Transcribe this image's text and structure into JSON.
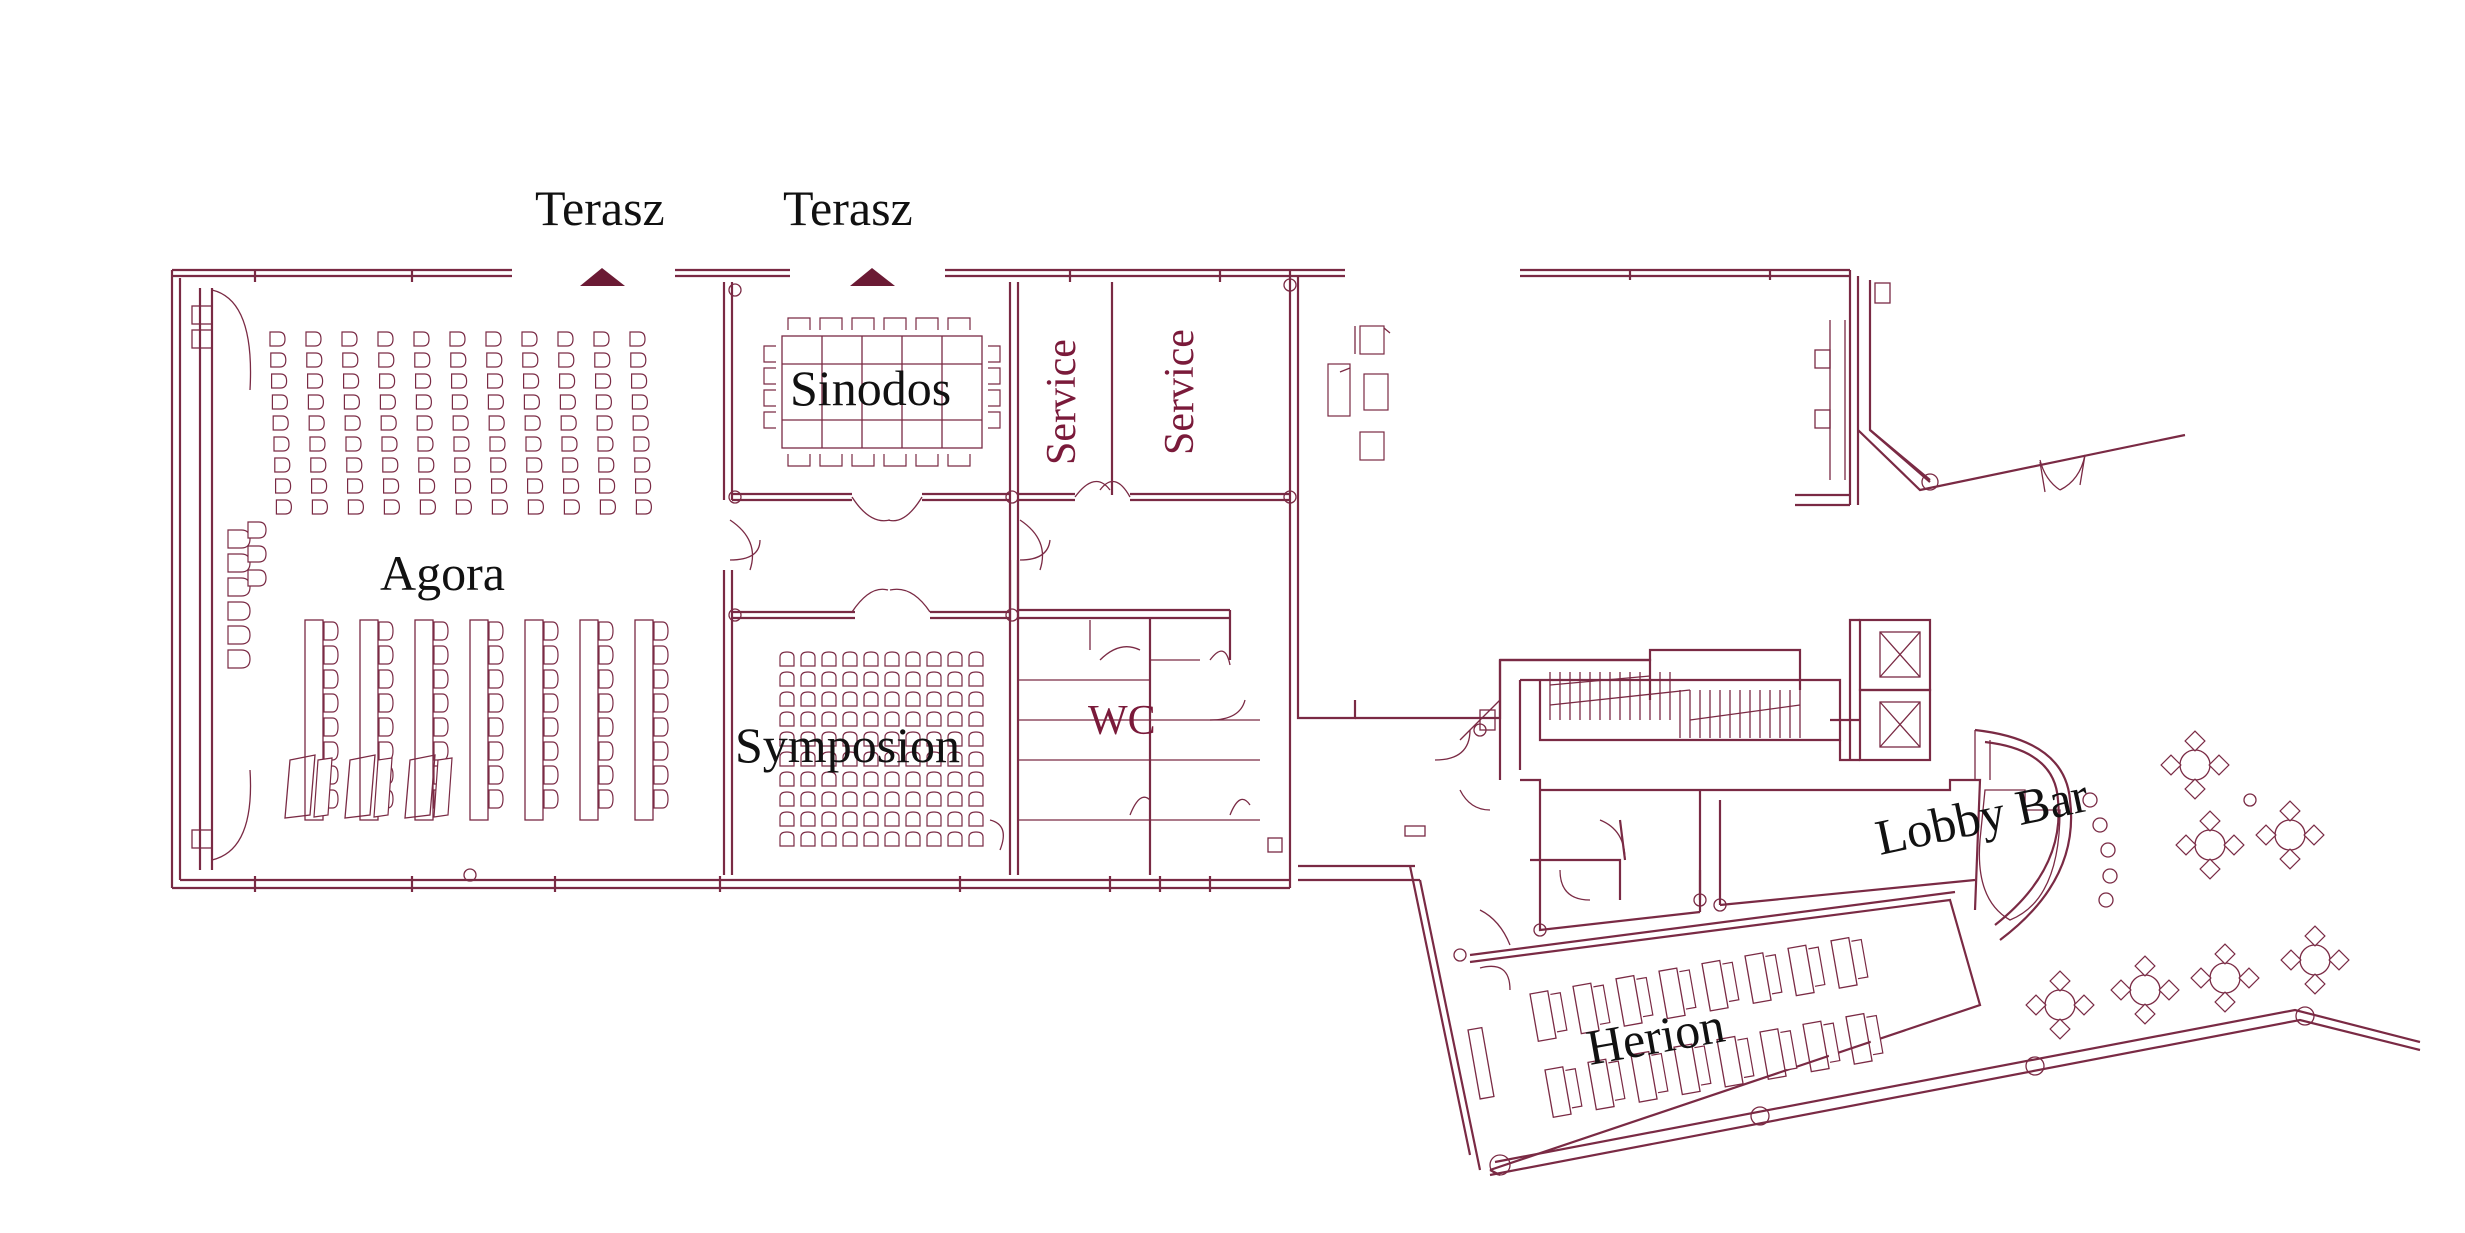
{
  "colors": {
    "line": "#7a2a44",
    "accent": "#6b1a34",
    "text": "#111111",
    "accent_text": "#7a1a3a",
    "background": "#ffffff"
  },
  "labels": {
    "terrace_left": "Terasz",
    "terrace_right": "Terasz",
    "agora": "Agora",
    "sinodos": "Sinodos",
    "service_1": "Service",
    "service_2": "Service",
    "symposion": "Symposion",
    "wc": "WC",
    "lobby_bar": "Lobby Bar",
    "herion": "Herion"
  },
  "icons": {
    "terrace_marker": "triangle-up-icon"
  }
}
